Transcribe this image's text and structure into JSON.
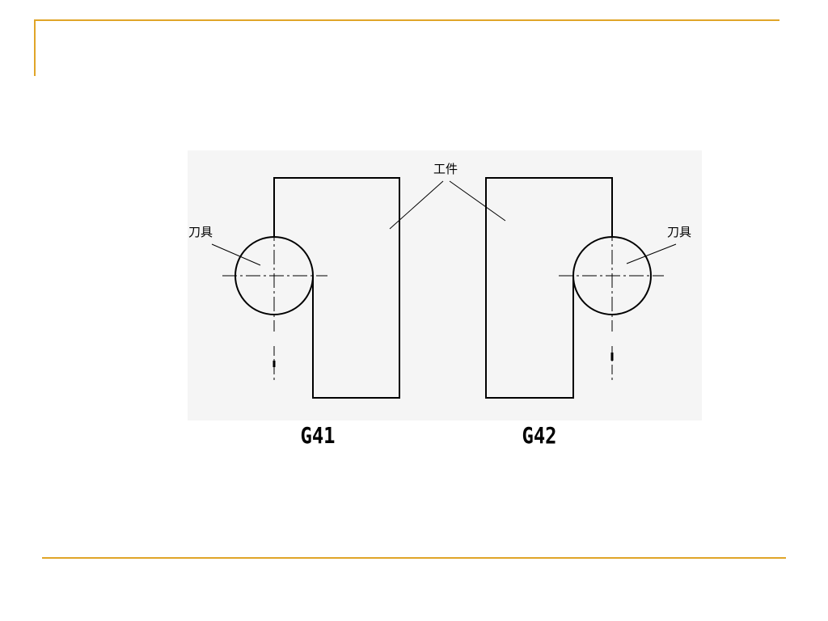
{
  "slide": {
    "accent_color": "#e0a528",
    "figure_background": "#f5f5f5"
  },
  "diagram": {
    "workpiece_label": "工件",
    "left_tool_label": "刀具",
    "right_tool_label": "刀具",
    "left_caption": "G41",
    "right_caption": "G42"
  }
}
